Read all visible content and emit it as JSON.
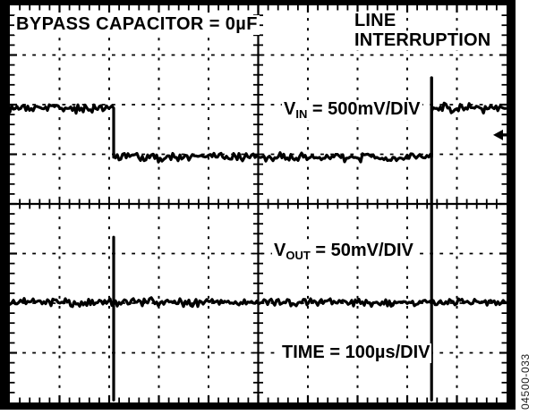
{
  "figure": {
    "title": "BYPASS CAPACITOR = 0µF",
    "annotation": {
      "line1": "LINE",
      "line2": "INTERRUPTION"
    },
    "figure_number": "04500-033"
  },
  "labels": {
    "vin": {
      "base": "V",
      "sub": "IN",
      "rest": " = 500mV/DIV"
    },
    "vout": {
      "base": "V",
      "sub": "OUT",
      "rest": " = 50mV/DIV"
    },
    "time": "TIME = 100µs/DIV"
  },
  "chart_data": {
    "type": "line",
    "subtype": "oscilloscope-capture",
    "title": "BYPASS CAPACITOR = 0µF",
    "annotation": "LINE INTERRUPTION",
    "x_divisions": 10,
    "y_divisions": 8,
    "minor_ticks_per_div": 5,
    "time_per_div": "100µs",
    "x_range_us": [
      0,
      1000
    ],
    "interruption_start_us": 210,
    "interruption_end_us": 850,
    "grid_style": "dotted with center crosshair and border ticks",
    "grid_color": "#000000",
    "trace_color": "#000000",
    "background": "#ffffff",
    "series": [
      {
        "name": "VIN",
        "scale": "500mV/DIV",
        "noise_div": 0.11,
        "points_div": [
          [
            0,
            2.07
          ],
          [
            2.09,
            2.07
          ],
          [
            2.09,
            3.06
          ],
          [
            8.49,
            3.06
          ],
          [
            8.49,
            1.46
          ],
          [
            8.49,
            2.07
          ],
          [
            10,
            2.07
          ]
        ],
        "description": "Input rail drops one division (≈500mV) at ≈210µs during line interruption, recovers at ≈850µs with brief overshoot spike"
      },
      {
        "name": "VOUT",
        "scale": "50mV/DIV",
        "noise_div": 0.095,
        "points_div": [
          [
            0,
            5.98
          ],
          [
            2.09,
            5.98
          ],
          [
            2.09,
            4.67
          ],
          [
            2.09,
            7.95
          ],
          [
            2.09,
            5.98
          ],
          [
            8.49,
            5.98
          ],
          [
            8.49,
            7.95
          ],
          [
            8.49,
            1.46
          ],
          [
            8.49,
            5.98
          ],
          [
            10,
            5.98
          ]
        ],
        "description": "Output holds level with large clipped vertical transient glitches at both interruption edges (no bypass capacitor)"
      }
    ],
    "right_edge_marker_y_div": 2.61
  }
}
